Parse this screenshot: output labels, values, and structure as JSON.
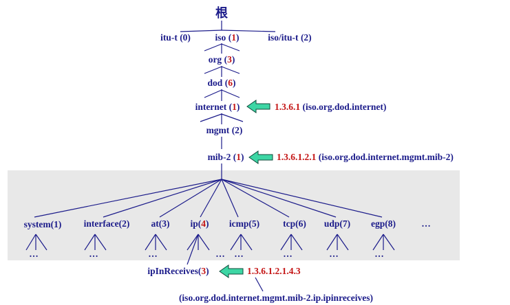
{
  "root_label": "根",
  "level1": [
    {
      "name": "itu-t",
      "num": "(0)"
    },
    {
      "name": "iso",
      "num": "1"
    },
    {
      "name": "iso/itu-t",
      "num": "(2)"
    }
  ],
  "org": {
    "name": "org",
    "num": "3"
  },
  "dod": {
    "name": "dod",
    "num": "6"
  },
  "internet": {
    "name": "internet",
    "num": "1",
    "oid": "1.3.6.1",
    "path": "(iso.org.dod.internet)"
  },
  "mgmt": {
    "name": "mgmt",
    "num": "(2)"
  },
  "mib2": {
    "name": "mib-2",
    "num": "1",
    "oid": "1.3.6.1.2.1",
    "path": "(iso.org.dod.internet.mgmt.mib-2)"
  },
  "mib_children": [
    {
      "name": "system",
      "num": "(1)"
    },
    {
      "name": "interface",
      "num": "(2)"
    },
    {
      "name": "at",
      "num": "(3)"
    },
    {
      "name": "ip",
      "num": "4"
    },
    {
      "name": "icmp",
      "num": "(5)"
    },
    {
      "name": "tcp",
      "num": "(6)"
    },
    {
      "name": "udp",
      "num": "(7)"
    },
    {
      "name": "egp",
      "num": "(8)"
    }
  ],
  "more": "…",
  "ellipsis": "…",
  "ipinreceives": {
    "name": "ipInReceives",
    "num": "3",
    "oid": "1.3.6.1.2.1.4.3",
    "path": "(iso.org.dod.internet.mgmt.mib-2.ip.ipinreceives)"
  },
  "colors": {
    "node_text": "#1b1b8a",
    "highlight": "#c41414",
    "arrow": "#3dd6a4",
    "panel": "#e8e8e8"
  }
}
